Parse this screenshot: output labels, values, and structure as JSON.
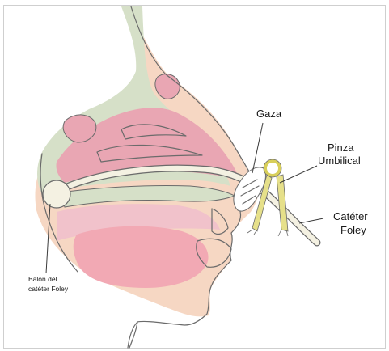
{
  "labels": {
    "gaza": "Gaza",
    "pinza_line1": "Pinza",
    "pinza_line2": "Umbilical",
    "cateter_line1": "Catéter",
    "cateter_line2": "Foley",
    "balon_line1": "Balón del",
    "balon_line2": "catéter Foley"
  },
  "colors": {
    "skin": "#f6d7c3",
    "bone": "#d6e0c8",
    "mucosa": "#e9a6b3",
    "mucosa_light": "#f1c2cb",
    "tongue": "#f2a9b4",
    "catheter": "#f4f1e2",
    "clamp": "#e6e08a",
    "outline": "#6b6b6b"
  }
}
